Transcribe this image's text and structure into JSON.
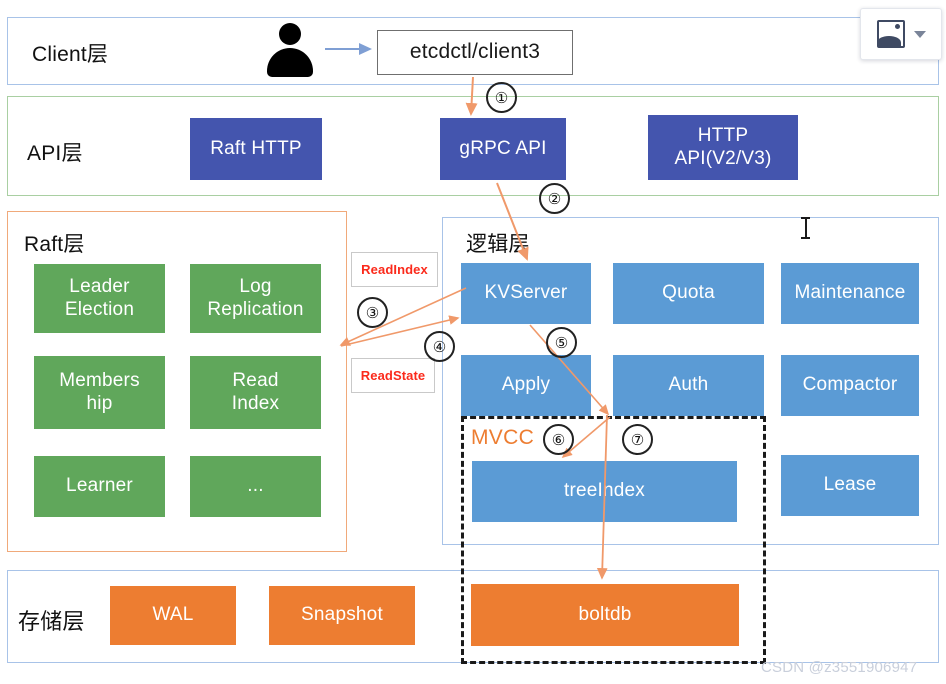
{
  "diagram": {
    "layers": [
      {
        "id": "client",
        "title": "Client层",
        "border_color": "#a8c3e8"
      },
      {
        "id": "api",
        "title": "API层",
        "border_color": "#a9cfa2"
      },
      {
        "id": "raft",
        "title": "Raft层",
        "border_color": "#f0a97a"
      },
      {
        "id": "logic",
        "title": "逻辑层",
        "border_color": "#a8c3e8"
      },
      {
        "id": "storage",
        "title": "存储层",
        "border_color": "#a8c3e8"
      }
    ],
    "client": {
      "actor": "user-icon",
      "entry": "etcdctl/client3"
    },
    "api": {
      "boxes": [
        "Raft HTTP",
        "gRPC API",
        "HTTP\nAPI(V2/V3)"
      ]
    },
    "raft": {
      "boxes": [
        "Leader\nElection",
        "Log\nReplication",
        "Members\nhip",
        "Read\nIndex",
        "Learner",
        "..."
      ]
    },
    "read_tags": [
      "ReadIndex",
      "ReadState"
    ],
    "logic": {
      "boxes": [
        "KVServer",
        "Quota",
        "Maintenance",
        "Apply",
        "Auth",
        "Compactor",
        "treeIndex",
        "Lease"
      ]
    },
    "mvcc": {
      "label": "MVCC"
    },
    "storage": {
      "boxes": [
        "WAL",
        "Snapshot",
        "boltdb"
      ]
    },
    "steps": [
      "①",
      "②",
      "③",
      "④",
      "⑤",
      "⑥",
      "⑦"
    ],
    "colors": {
      "dark_blue": "#4455ae",
      "light_blue": "#5b9bd5",
      "green": "#60a75b",
      "orange": "#ed7d31",
      "arrow": "#f0996a",
      "red_tag": "#fb2a1b",
      "dashed": "#1a1a1a"
    }
  },
  "image_widget": {
    "icon": "picture-icon",
    "caret": "chevron-down-icon"
  },
  "watermark": "CSDN @z3551906947"
}
